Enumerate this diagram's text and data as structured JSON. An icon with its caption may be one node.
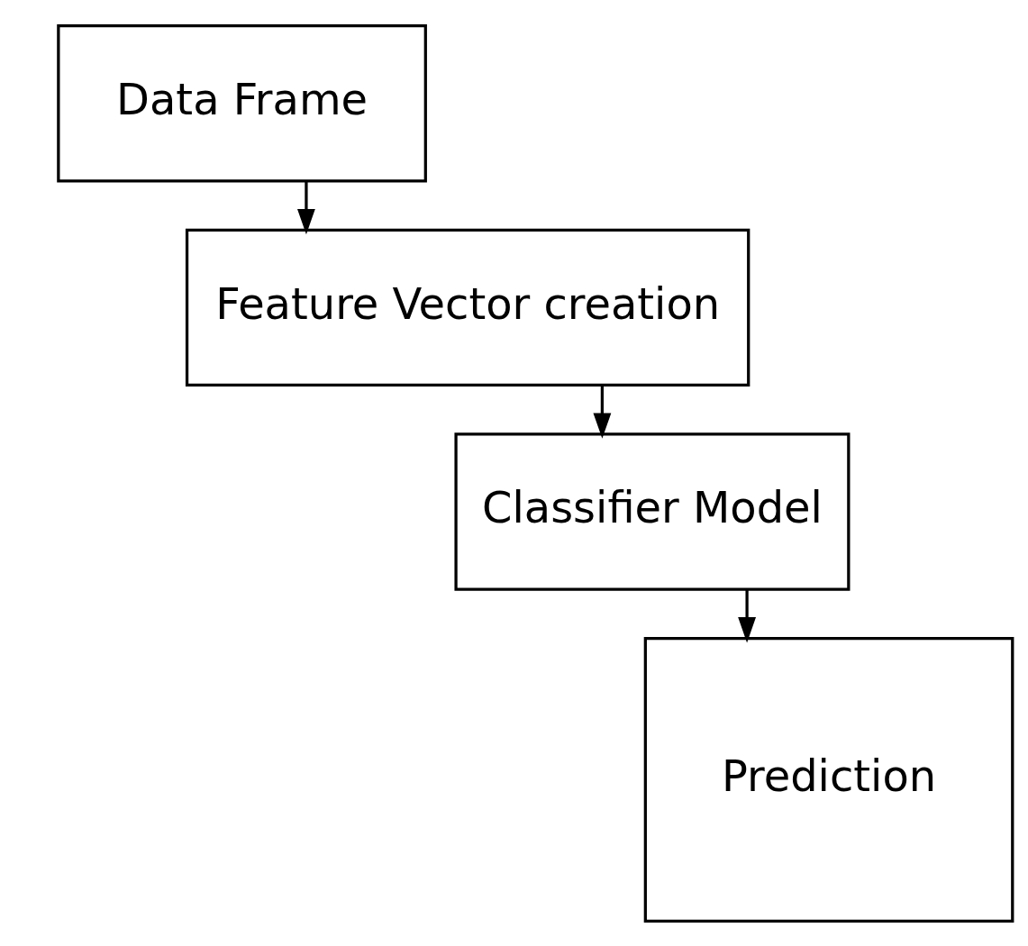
{
  "diagram": {
    "nodes": [
      {
        "text": [
          "Data Frame"
        ]
      },
      {
        "text": [
          "Feature Vector creation"
        ]
      },
      {
        "text": [
          "Classifier Model"
        ]
      },
      {
        "text": [
          "Prediction"
        ]
      }
    ],
    "edges": [
      {
        "from": 0,
        "to": 1,
        "arrow": "to"
      },
      {
        "from": 1,
        "to": 2,
        "arrow": "to"
      },
      {
        "from": 2,
        "to": 3,
        "arrow": "to"
      }
    ]
  }
}
